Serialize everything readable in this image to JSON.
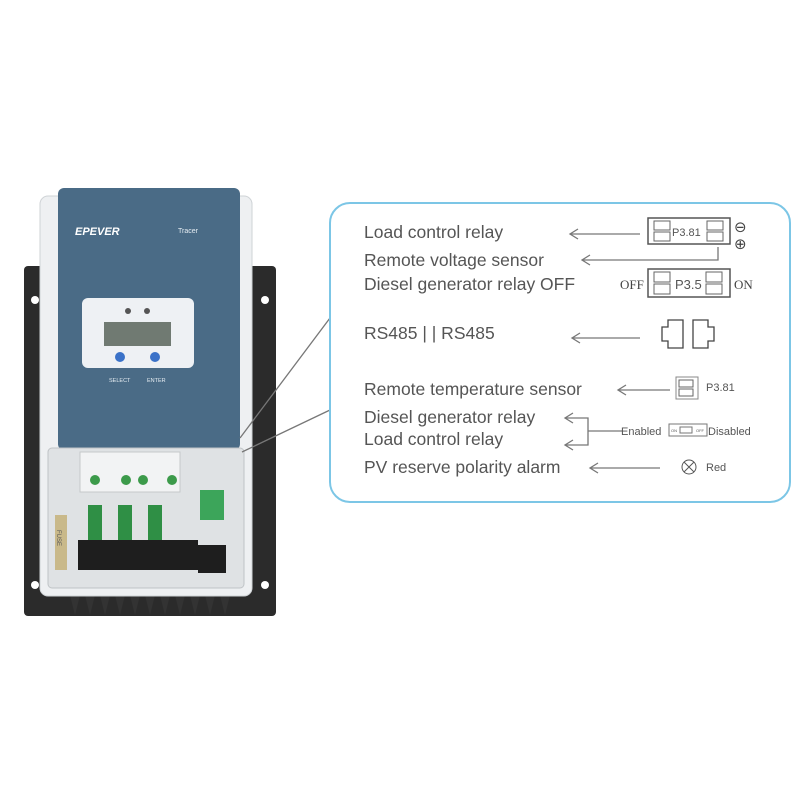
{
  "device": {
    "brand": "EPEVER",
    "model": "Tracer",
    "buttons": {
      "select": "SELECT",
      "enter": "ENTER"
    },
    "fuse_label": "FUSE"
  },
  "callout": {
    "rows": [
      {
        "label": "Load control relay"
      },
      {
        "label": "Remote voltage sensor"
      },
      {
        "label": "Diesel generator relay OFF"
      },
      {
        "label": "RS485 | | RS485"
      },
      {
        "label": "Remote temperature sensor"
      },
      {
        "label": "Diesel generator relay"
      },
      {
        "label": "Load control relay"
      },
      {
        "label": "PV reserve polarity alarm"
      }
    ],
    "connectors": {
      "p381_top": "P3.81",
      "p35": "P3.5",
      "off": "OFF",
      "on": "ON",
      "minus": "⊖",
      "plus": "⊕",
      "p381_temp": "P3.81",
      "enabled": "Enabled",
      "disabled": "Disabled",
      "switch_on": "ON",
      "switch_off": "OFF",
      "led_color": "Red"
    },
    "border_color": "#7cc6e6"
  }
}
